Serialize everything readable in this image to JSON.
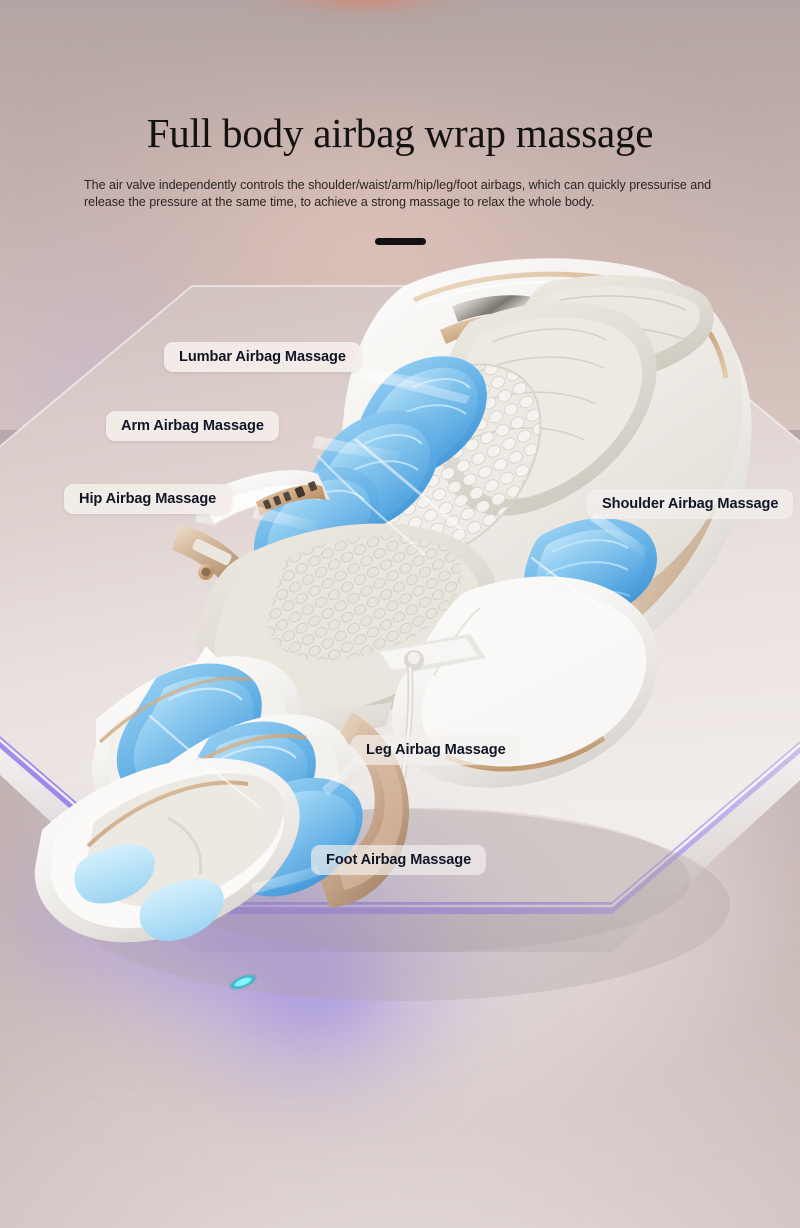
{
  "page": {
    "title": "Full body airbag wrap massage",
    "description": "The air valve independently controls the shoulder/waist/arm/hip/leg/foot airbags, which can quickly pressurise and release the pressure at the same time, to achieve a strong massage to relax the whole body.",
    "divider": "divider-bar"
  },
  "colors": {
    "background_top": "#bdaca9",
    "background_bottom": "#ded3d2",
    "title_text": "#141210",
    "body_text": "#2b2523",
    "label_background": "#f3ede9",
    "label_text": "#111627",
    "airbag_blue": "#6fb6e8",
    "airbag_blue_light": "#a9d8f4",
    "chair_shell_white": "#f7f6f4",
    "chair_cushion": "#e3e0da",
    "gold_trim": "#c9a887",
    "led_violet": "#8466ec",
    "led_teal": "#27c8d4"
  },
  "callouts": [
    {
      "id": "lumbar",
      "label": "Lumbar Airbag Massage"
    },
    {
      "id": "arm",
      "label": "Arm Airbag Massage"
    },
    {
      "id": "hip",
      "label": "Hip Airbag Massage"
    },
    {
      "id": "shoulder",
      "label": "Shoulder Airbag Massage"
    },
    {
      "id": "leg",
      "label": "Leg Airbag Massage"
    },
    {
      "id": "foot",
      "label": "Foot Airbag Massage"
    }
  ],
  "product": {
    "name": "zero-gravity-massage-chair",
    "parts": [
      "headrest",
      "backrest-cushion",
      "shoulder-airbag",
      "arm-airbag",
      "lumbar-airbag",
      "hip-airbag",
      "seat-cushion",
      "leg-rest-airbag",
      "foot-roller-pads",
      "armrest-control-panel",
      "octagonal-base-platform"
    ]
  }
}
